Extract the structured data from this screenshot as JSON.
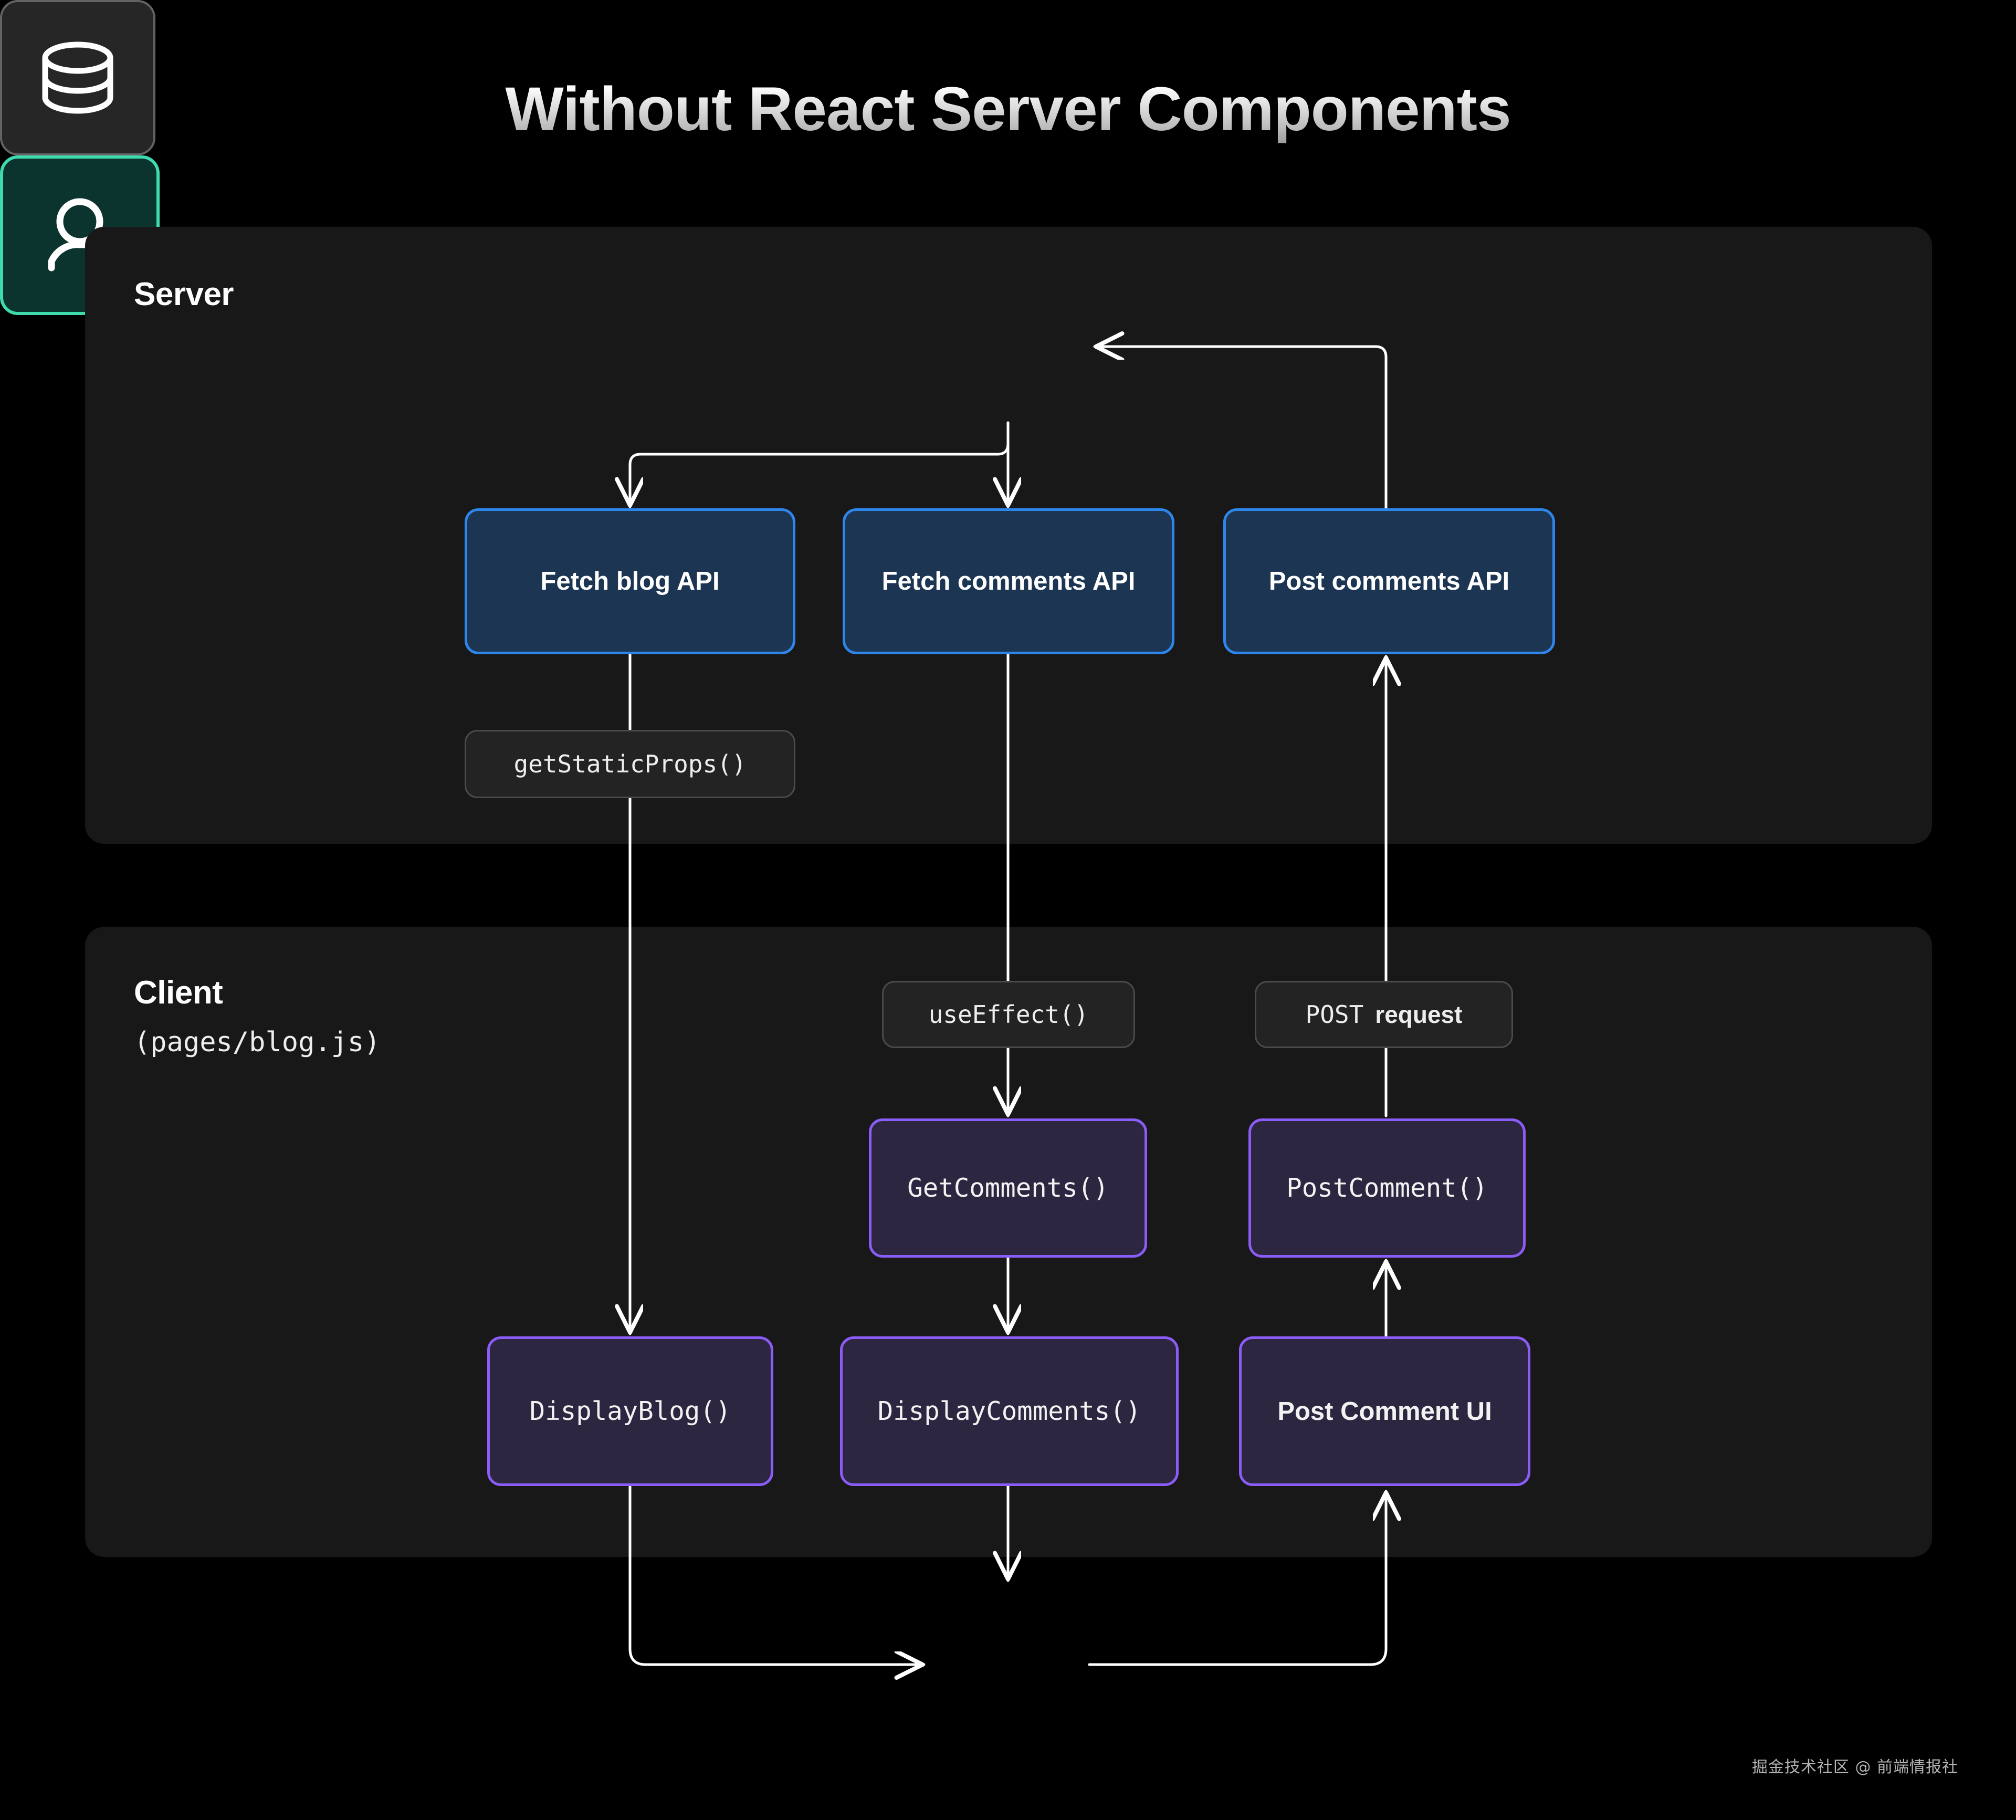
{
  "title": "Without React Server Components",
  "watermark": "掘金技术社区 @ 前端情报社",
  "colors": {
    "background": "#000000",
    "panel": "#181818",
    "blue_border": "#2f86ea",
    "blue_fill": "#1b3553",
    "purple_border": "#8b5cf6",
    "purple_fill": "#2d2640",
    "green_border": "#3ddbad",
    "green_fill": "#0c342f",
    "pill_fill": "#232323",
    "pill_border": "#4a4a4a",
    "edge": "#ffffff"
  },
  "server": {
    "label": "Server",
    "nodes": {
      "database_icon": "database-icon",
      "fetch_blog_api": "Fetch blog API",
      "fetch_comments_api": "Fetch  comments API",
      "post_comments_api": "Post comments API",
      "get_static_props": "getStaticProps()"
    }
  },
  "client": {
    "label": "Client",
    "sublabel": "(pages/blog.js)",
    "nodes": {
      "use_effect": "useEffect()",
      "post_request_mono": "POST",
      "post_request_bold": "request",
      "get_comments": "GetComments()",
      "post_comment": "PostComment()",
      "display_blog": "DisplayBlog()",
      "display_comments": "DisplayComments()",
      "post_comment_ui": "Post Comment UI"
    }
  },
  "user": {
    "icon": "user-icon"
  },
  "edges": [
    {
      "from": "database",
      "to": "fetch-blog-api"
    },
    {
      "from": "database",
      "to": "fetch-comments-api"
    },
    {
      "from": "post-comments-api",
      "to": "database"
    },
    {
      "from": "fetch-blog-api",
      "to": "display-blog",
      "via": "getStaticProps()"
    },
    {
      "from": "fetch-comments-api",
      "to": "get-comments",
      "via": "useEffect()"
    },
    {
      "from": "post-comment",
      "to": "post-comments-api",
      "via": "POST request"
    },
    {
      "from": "get-comments",
      "to": "display-comments"
    },
    {
      "from": "display-blog",
      "to": "user"
    },
    {
      "from": "display-comments",
      "to": "user"
    },
    {
      "from": "user",
      "to": "post-comment-ui"
    },
    {
      "from": "post-comment-ui",
      "to": "post-comment"
    }
  ]
}
